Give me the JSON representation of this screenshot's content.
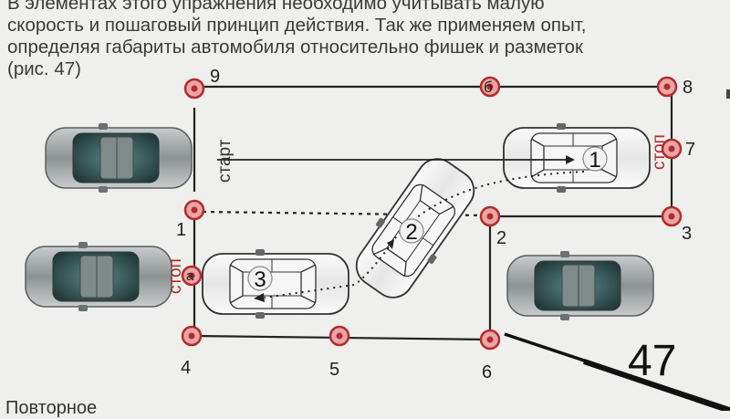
{
  "text": {
    "line1": "В элементах этого упражнения необходимо учитывать малую",
    "line2": "скорость и пошаговый принцип действия. Так же применяем опыт,",
    "line3": "определяя габариты автомобиля относительно фишек и разметок",
    "line4": "(рис. 47)",
    "bottom": "Повторное",
    "figure_number": "47"
  },
  "diagram": {
    "start_label": "старт",
    "stop_label_right": "стоп",
    "stop_label_left": "стоп",
    "cone_labels": {
      "c1": "1",
      "c2": "2",
      "c3": "3",
      "c4": "4",
      "c5": "5",
      "c6": "6",
      "c7": "7",
      "c8": "8",
      "c9": "9",
      "ca": "а",
      "cb": "б"
    },
    "car_labels": {
      "car1": "1",
      "car2": "2",
      "car3": "3"
    }
  }
}
